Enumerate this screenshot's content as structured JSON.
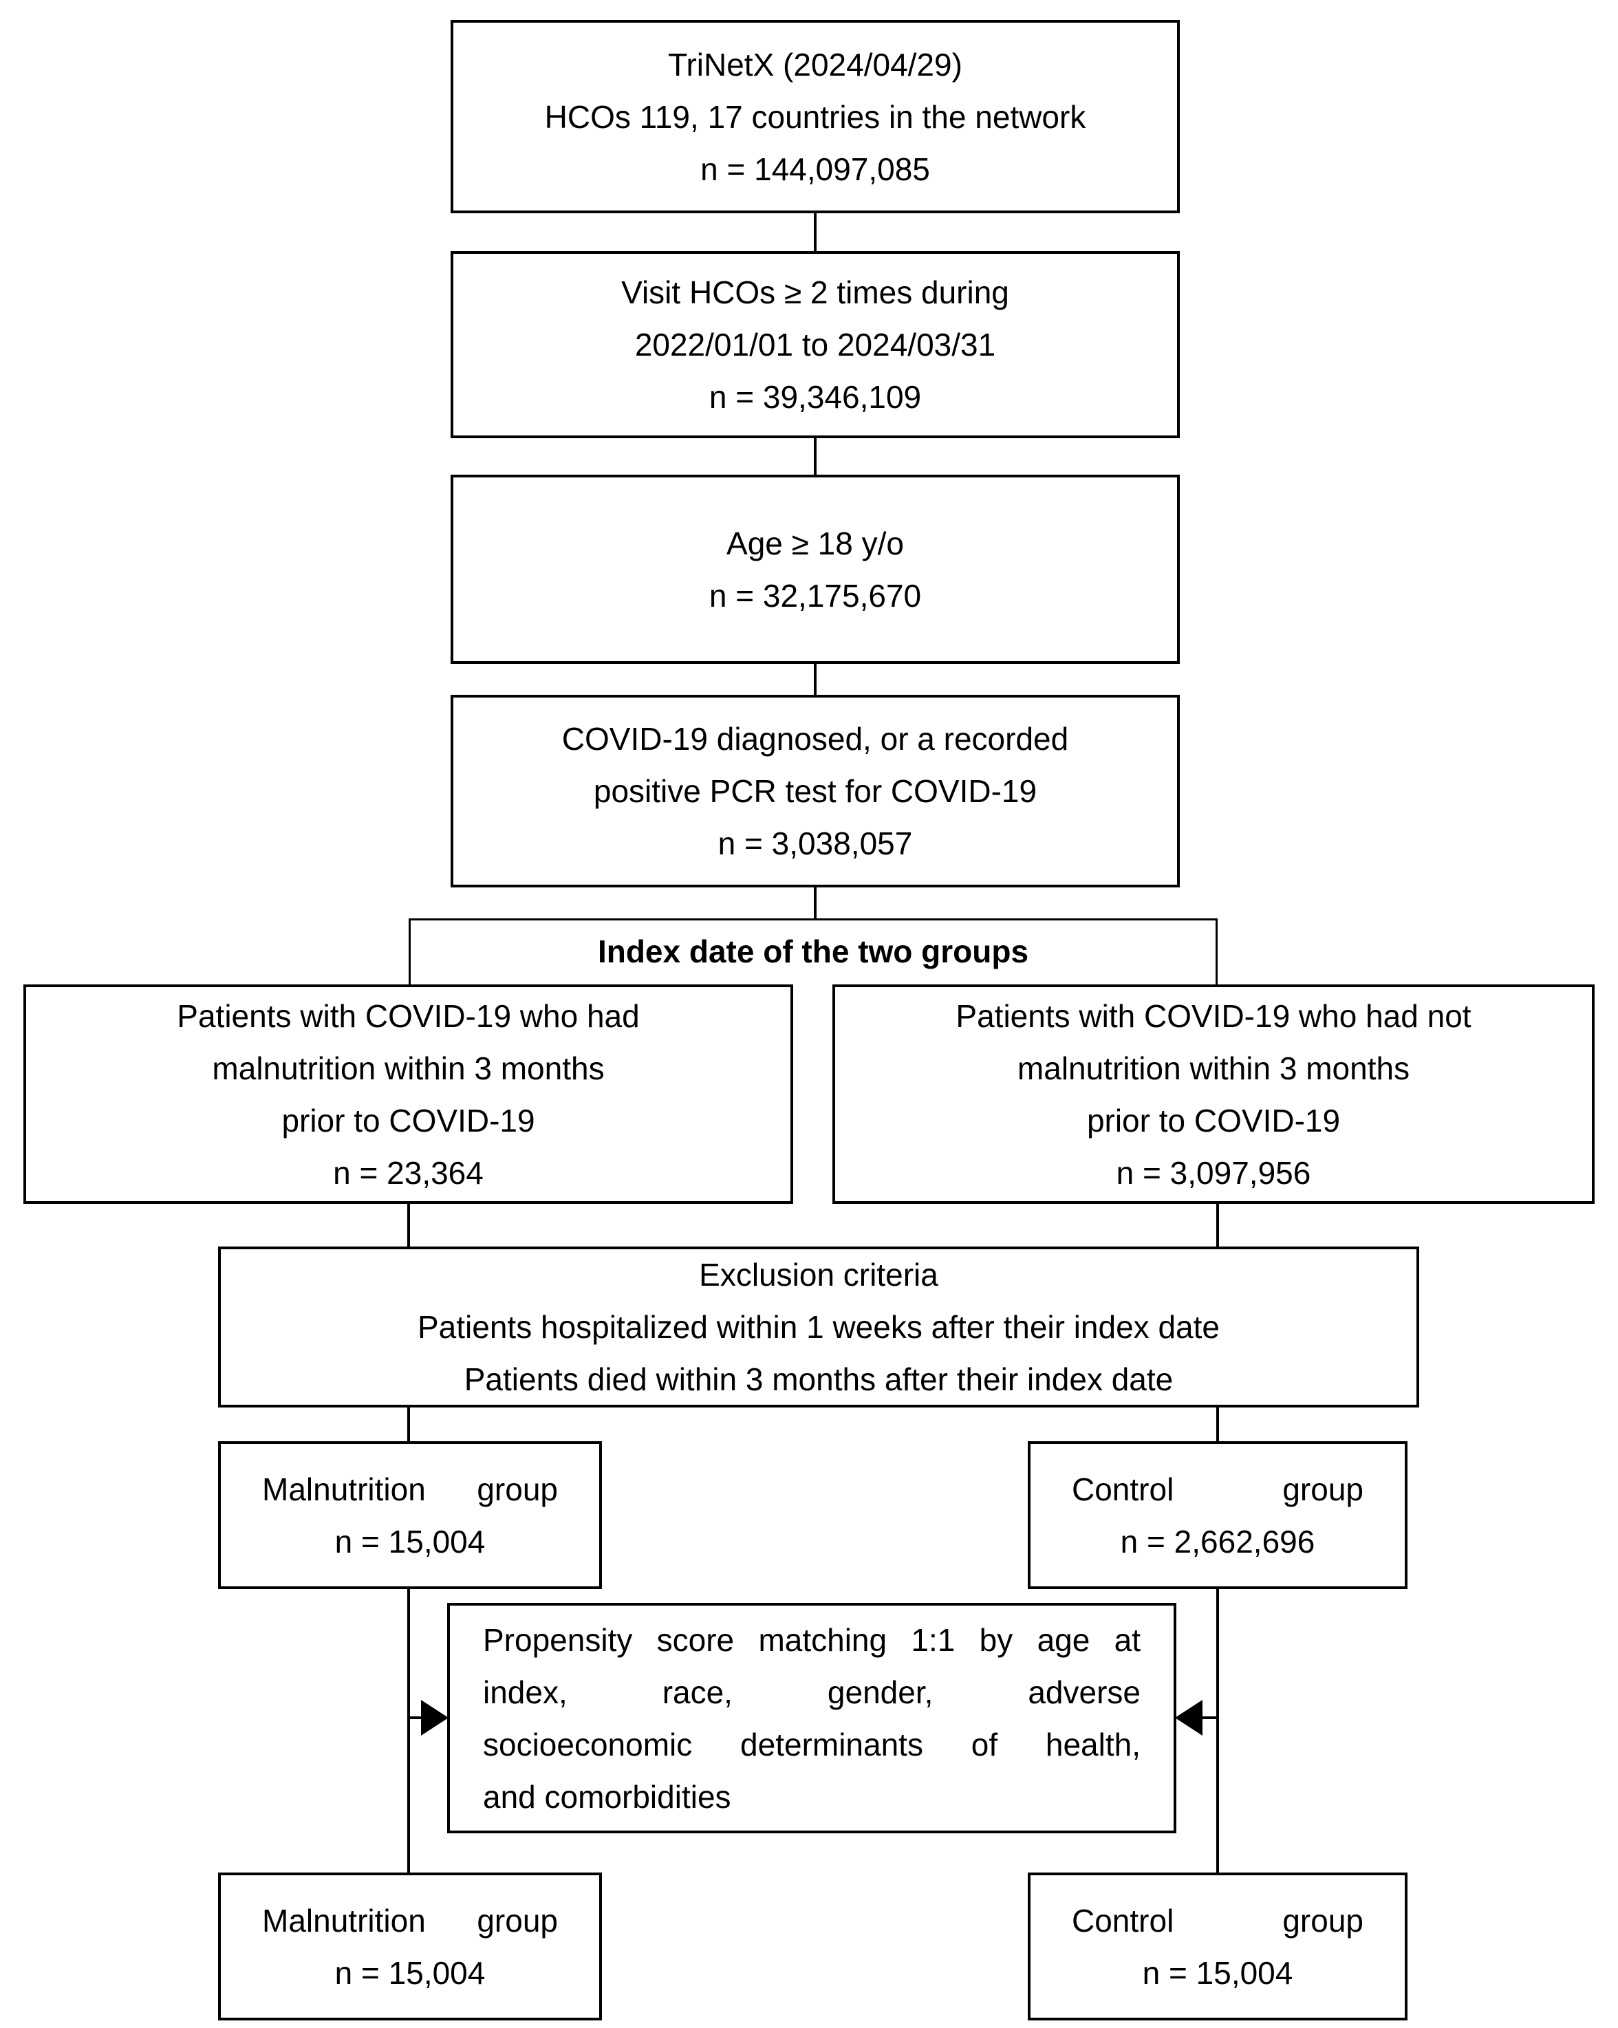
{
  "figure": {
    "type": "flowchart",
    "background_color": "#ffffff",
    "line_color": "#000000",
    "text_color": "#000000"
  },
  "boxes": {
    "trinetx": {
      "lines": [
        "TriNetX (2024/04/29)",
        "HCOs 119, 17 countries in the network",
        "n = 144,097,085"
      ]
    },
    "visits": {
      "lines": [
        "Visit HCOs ≥ 2 times during",
        "2022/01/01 to 2024/03/31",
        "n = 39,346,109"
      ]
    },
    "age": {
      "lines": [
        "Age ≥ 18 y/o",
        "n = 32,175,670"
      ]
    },
    "covid": {
      "lines": [
        "COVID-19 diagnosed, or a recorded",
        "positive PCR test for COVID-19",
        "n = 3,038,057"
      ]
    },
    "index_label": "Index date of the two groups",
    "malnutrition_cohort": {
      "lines": [
        "Patients with COVID-19 who had",
        "malnutrition within 3 months",
        "prior to COVID-19",
        "n = 23,364"
      ]
    },
    "control_cohort": {
      "lines": [
        "Patients with COVID-19 who had not",
        "malnutrition within 3 months",
        "prior to COVID-19",
        "n = 3,097,956"
      ]
    },
    "exclusion": {
      "lines": [
        "Exclusion criteria",
        "Patients hospitalized within 1 weeks after their index date",
        "Patients died within 3 months after their index date"
      ]
    },
    "malnutrition_group": {
      "lines": [
        "Malnutrition group",
        "n = 15,004"
      ]
    },
    "control_group": {
      "lines": [
        "Control group",
        "n = 2,662,696"
      ]
    },
    "psm": {
      "lines": [
        "Propensity score matching 1:1 by age at",
        "index, race, gender, adverse",
        "socioeconomic determinants of health,",
        "and comorbidities"
      ]
    },
    "malnutrition_matched": {
      "lines": [
        "Malnutrition group",
        "n = 15,004"
      ]
    },
    "control_matched": {
      "lines": [
        "Control group",
        "n = 15,004"
      ]
    }
  }
}
